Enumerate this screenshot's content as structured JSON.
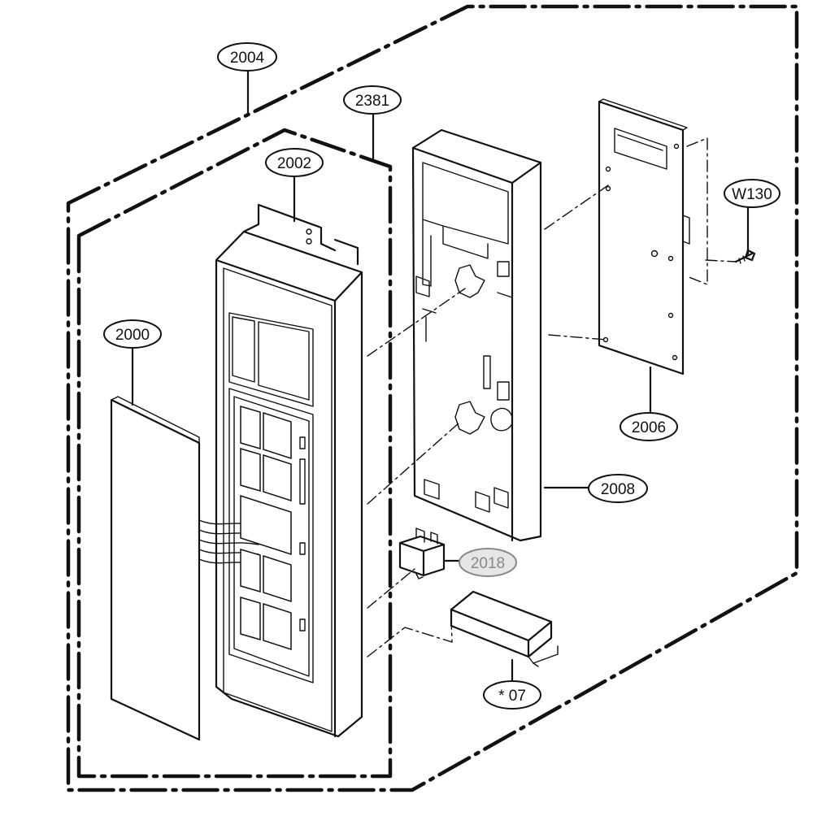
{
  "callouts": {
    "c2004": "2004",
    "c2381": "2381",
    "c2002": "2002",
    "c2000": "2000",
    "cW130": "W130",
    "c2006": "2006",
    "c2008": "2008",
    "c2018": "2018",
    "c07": "* 07"
  },
  "colors": {
    "line": "#111111",
    "faded_callout": "#888888",
    "background": "#ffffff"
  }
}
